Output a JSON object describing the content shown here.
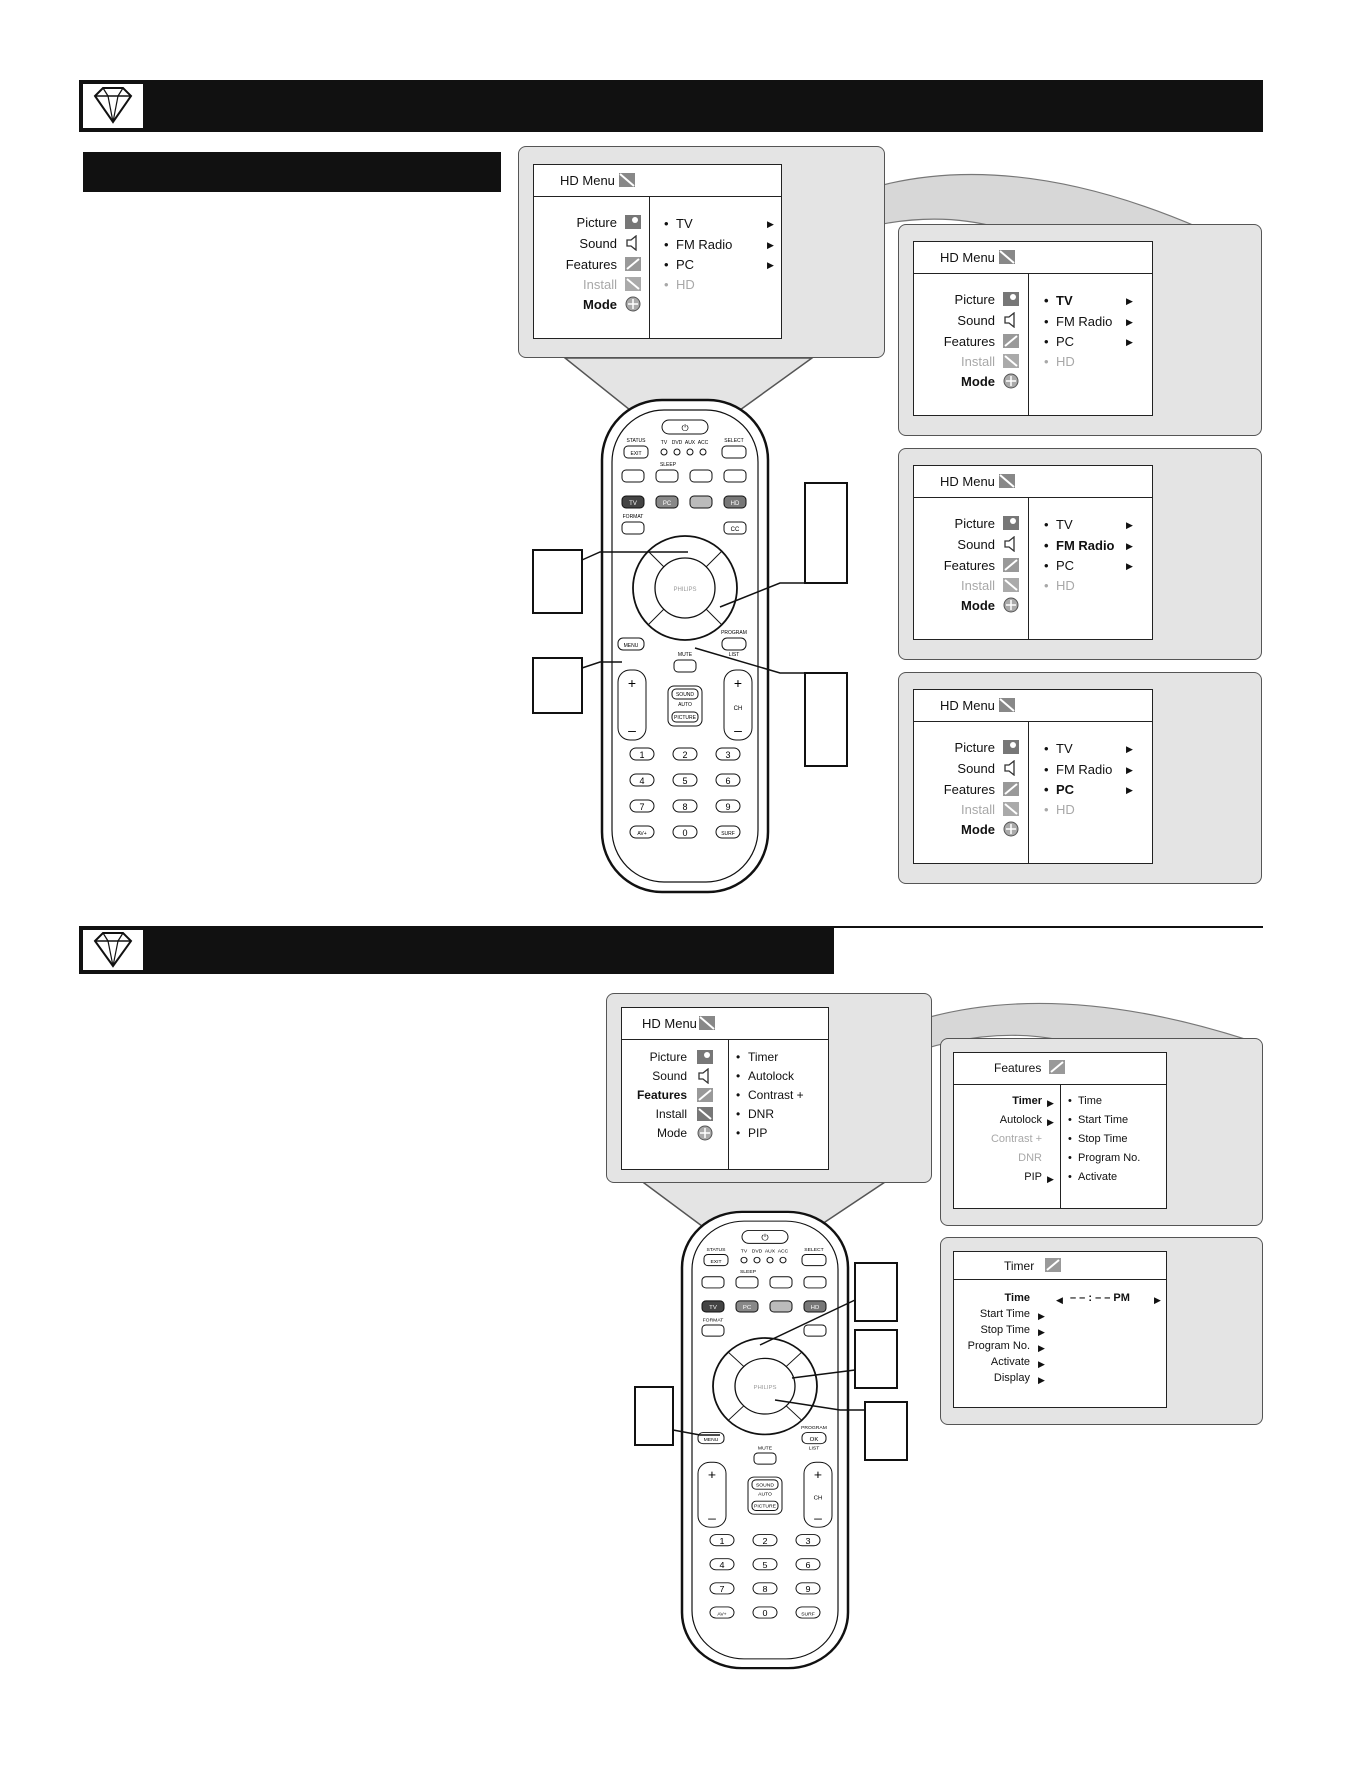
{
  "top_menu": {
    "title": "HD Menu",
    "left_items": [
      "Picture",
      "Sound",
      "Features",
      "Install",
      "Mode"
    ],
    "right_items": [
      "TV",
      "FM Radio",
      "PC",
      "HD"
    ]
  },
  "mode_menus": [
    {
      "title": "HD Menu",
      "left_items": [
        "Picture",
        "Sound",
        "Features",
        "Install",
        "Mode"
      ],
      "right_items": [
        "TV",
        "FM Radio",
        "PC",
        "HD"
      ]
    },
    {
      "title": "HD Menu",
      "left_items": [
        "Picture",
        "Sound",
        "Features",
        "Install",
        "Mode"
      ],
      "right_items": [
        "TV",
        "FM Radio",
        "PC",
        "HD"
      ]
    },
    {
      "title": "HD Menu",
      "left_items": [
        "Picture",
        "Sound",
        "Features",
        "Install",
        "Mode"
      ],
      "right_items": [
        "TV",
        "FM Radio",
        "PC",
        "HD"
      ]
    }
  ],
  "features_menu": {
    "title": "HD Menu",
    "left_items": [
      "Picture",
      "Sound",
      "Features",
      "Install",
      "Mode"
    ],
    "right_items": [
      "Timer",
      "Autolock",
      "Contrast +",
      "DNR",
      "PIP"
    ]
  },
  "features_submenu": {
    "title": "Features",
    "left_items": [
      "Timer",
      "Autolock",
      "Contrast +",
      "DNR",
      "PIP"
    ],
    "right_items": [
      "Time",
      "Start Time",
      "Stop Time",
      "Program No.",
      "Activate"
    ]
  },
  "timer_menu": {
    "title": "Timer",
    "items": [
      "Time",
      "Start Time",
      "Stop Time",
      "Program No.",
      "Activate",
      "Display"
    ],
    "time_value": "– – : – – PM"
  },
  "remote": {
    "power": "⏻",
    "status_exit": [
      "STATUS",
      "EXIT"
    ],
    "sources": [
      "TV",
      "DVD",
      "AUX",
      "ACC"
    ],
    "select": "SELECT",
    "sleep": "SLEEP",
    "source_buttons": [
      "TV",
      "PC",
      "",
      "HD"
    ],
    "format": "FORMAT",
    "cc": "CC",
    "brand": "PHILIPS",
    "menu": "MENU",
    "program": "PROGRAM",
    "ok": "OK",
    "mute": "MUTE",
    "list": "LIST",
    "ch": "CH",
    "sound": "SOUND",
    "auto": "AUTO",
    "picture": "PICTURE",
    "digits": [
      "1",
      "2",
      "3",
      "4",
      "5",
      "6",
      "7",
      "8",
      "9"
    ],
    "bottom": [
      "AV+",
      "0",
      "SURF"
    ]
  }
}
